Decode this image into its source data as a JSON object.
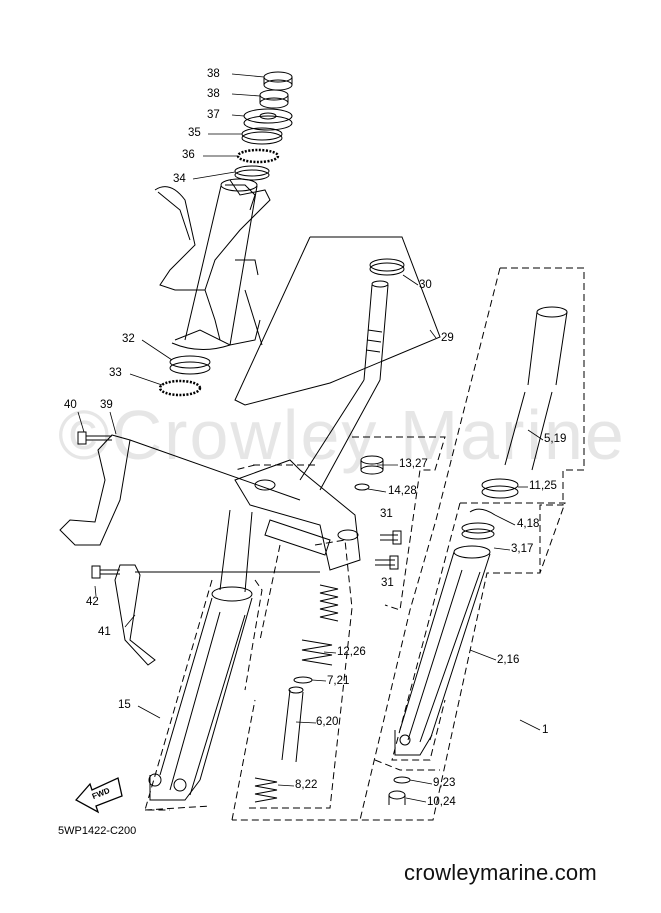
{
  "diagram": {
    "watermark": "©Crowley Marine",
    "drawing_code": "5WP1422-C200",
    "site": "crowleymarine.com",
    "fwd_mark": "FWD",
    "callouts": [
      {
        "id": "38a",
        "text": "38"
      },
      {
        "id": "38b",
        "text": "38"
      },
      {
        "id": "37",
        "text": "37"
      },
      {
        "id": "35",
        "text": "35"
      },
      {
        "id": "36",
        "text": "36"
      },
      {
        "id": "34",
        "text": "34"
      },
      {
        "id": "30",
        "text": "30"
      },
      {
        "id": "29",
        "text": "29"
      },
      {
        "id": "32",
        "text": "32"
      },
      {
        "id": "33",
        "text": "33"
      },
      {
        "id": "40",
        "text": "40"
      },
      {
        "id": "39",
        "text": "39"
      },
      {
        "id": "5_19",
        "text": "5,19"
      },
      {
        "id": "13_27",
        "text": "13,27"
      },
      {
        "id": "11_25",
        "text": "11,25"
      },
      {
        "id": "14_28",
        "text": "14,28"
      },
      {
        "id": "31a",
        "text": "31"
      },
      {
        "id": "4_18",
        "text": "4,18"
      },
      {
        "id": "3_17",
        "text": "3,17"
      },
      {
        "id": "31b",
        "text": "31"
      },
      {
        "id": "42",
        "text": "42"
      },
      {
        "id": "41",
        "text": "41"
      },
      {
        "id": "12_26",
        "text": "12,26"
      },
      {
        "id": "2_16",
        "text": "2,16"
      },
      {
        "id": "7_21",
        "text": "7,21"
      },
      {
        "id": "15",
        "text": "15"
      },
      {
        "id": "6_20",
        "text": "6,20"
      },
      {
        "id": "1",
        "text": "1"
      },
      {
        "id": "8_22",
        "text": "8,22"
      },
      {
        "id": "9_23",
        "text": "9,23"
      },
      {
        "id": "10_24",
        "text": "10,24"
      }
    ]
  }
}
